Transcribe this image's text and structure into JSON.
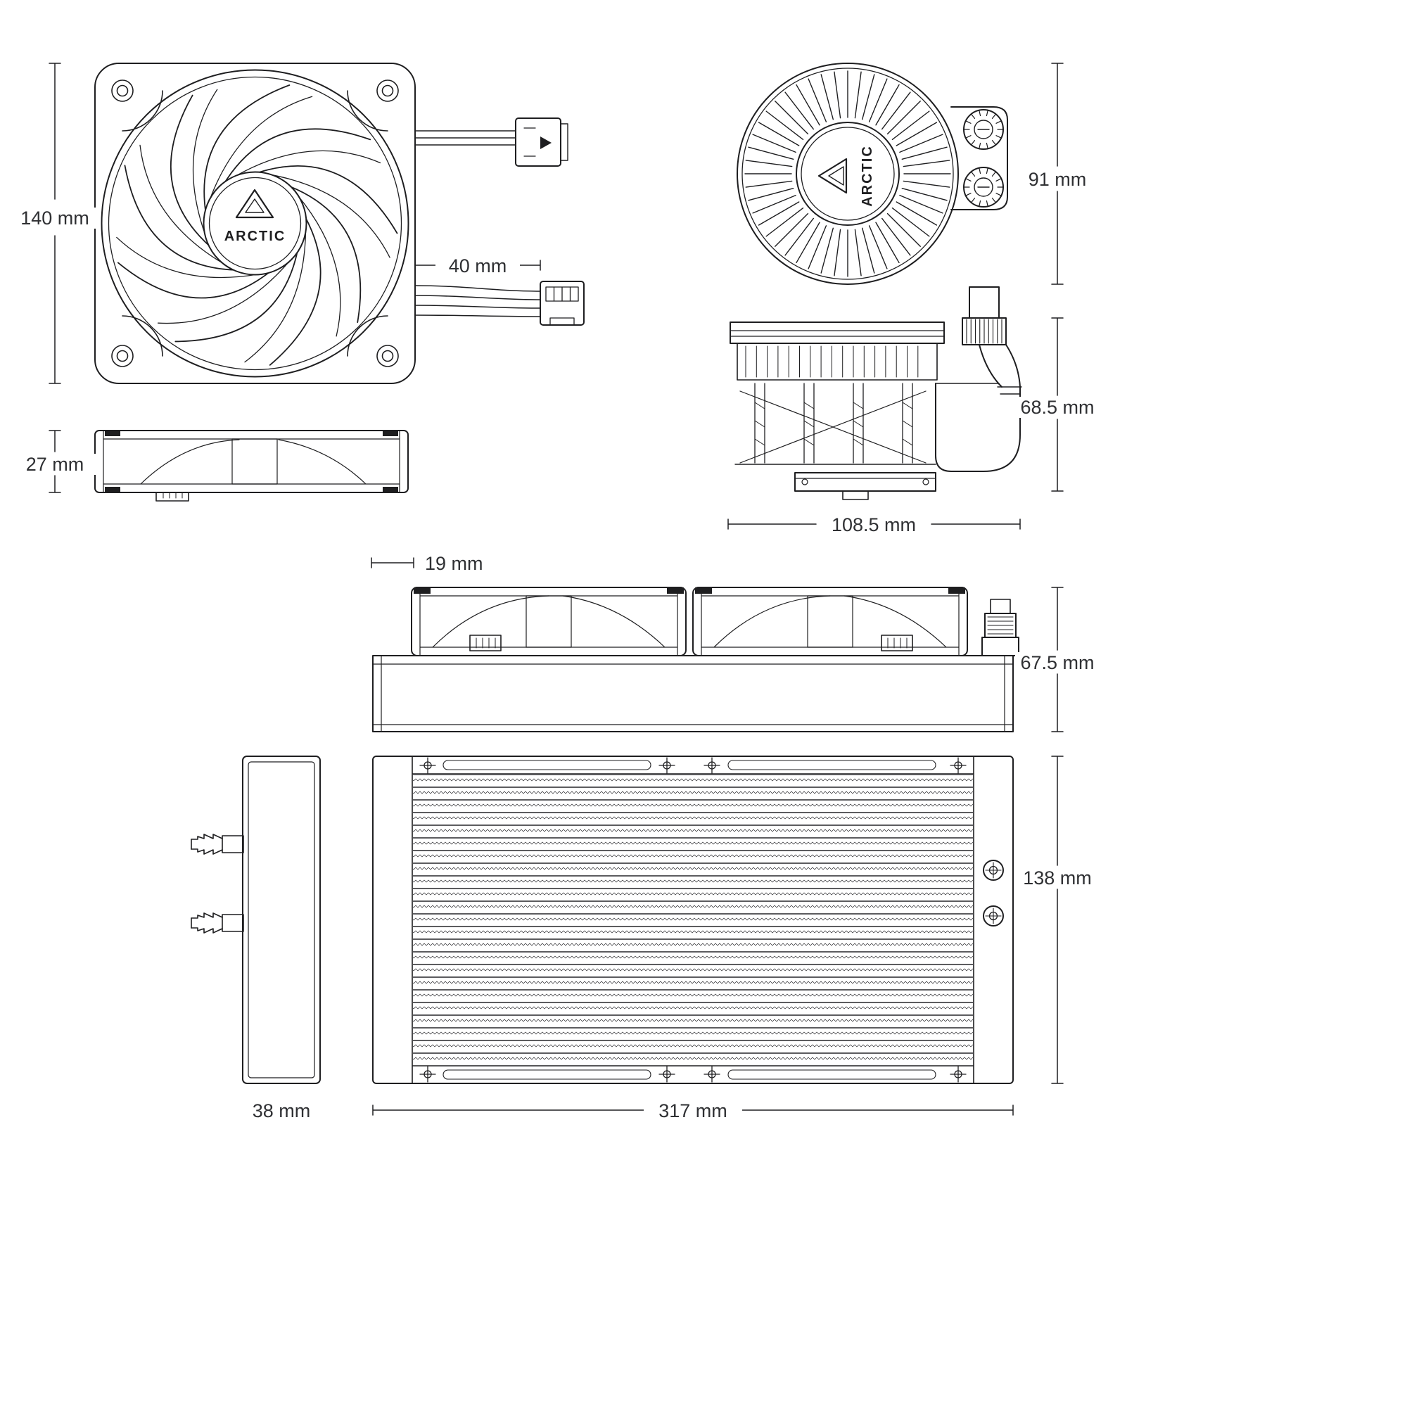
{
  "brand": "ARCTIC",
  "colors": {
    "line": "#1e1e20",
    "label_text": "#2f3033",
    "background": "#ffffff"
  },
  "dimensions": {
    "fan_front_size": "140 mm",
    "fan_cable_length": "40 mm",
    "fan_side_thickness": "27 mm",
    "pump_top_width": "91 mm",
    "pump_side_height": "68.5 mm",
    "pump_side_width": "108.5 mm",
    "fan_radiator_offset": "19 mm",
    "radiator_with_fans_height": "67.5 mm",
    "radiator_front_height": "138 mm",
    "radiator_front_length": "317 mm",
    "radiator_side_depth": "38 mm"
  }
}
